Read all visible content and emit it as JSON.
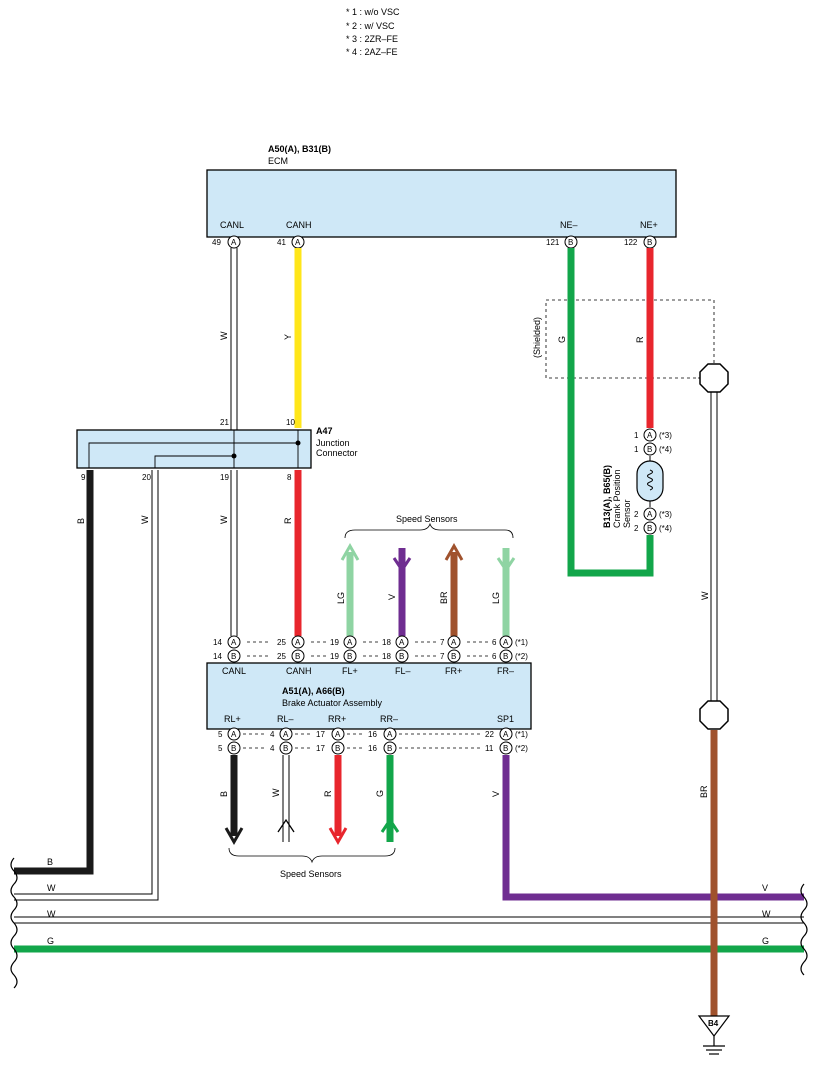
{
  "notes": [
    "* 1 : w/o VSC",
    "* 2 : w/ VSC",
    "* 3 : 2ZR–FE",
    "* 4 : 2AZ–FE"
  ],
  "ecm": {
    "id": "A50(A), B31(B)",
    "name": "ECM",
    "terminals": [
      "CANL",
      "CANH",
      "NE–",
      "NE+"
    ],
    "pins": [
      {
        "num": "49",
        "conn": "A"
      },
      {
        "num": "41",
        "conn": "A"
      },
      {
        "num": "121",
        "conn": "B"
      },
      {
        "num": "122",
        "conn": "B"
      }
    ]
  },
  "junction": {
    "id": "A47",
    "name_line1": "Junction",
    "name_line2": "Connector",
    "pins_top": [
      "21",
      "10"
    ],
    "pins_bottom": [
      "9",
      "20",
      "19",
      "8"
    ]
  },
  "crank_sensor": {
    "id": "B13(A), B65(B)",
    "name_line1": "Crank Position",
    "name_line2": "Sensor",
    "shielded": "(Shielded)",
    "pins": [
      {
        "num": "1",
        "conn": "A",
        "note": "(*3)"
      },
      {
        "num": "1",
        "conn": "B",
        "note": "(*4)"
      },
      {
        "num": "2",
        "conn": "A",
        "note": "(*3)"
      },
      {
        "num": "2",
        "conn": "B",
        "note": "(*4)"
      }
    ]
  },
  "brake": {
    "id": "A51(A), A66(B)",
    "name": "Brake Actuator Assembly",
    "top_terminals": [
      "CANL",
      "CANH",
      "FL+",
      "FL–",
      "FR+",
      "FR–"
    ],
    "bottom_terminals": [
      "RL+",
      "RL–",
      "RR+",
      "RR–",
      "SP1"
    ],
    "top_pins_a": [
      "14",
      "25",
      "19",
      "18",
      "7",
      "6"
    ],
    "top_pins_b": [
      "14",
      "25",
      "19",
      "18",
      "7",
      "6"
    ],
    "bottom_pins_a": [
      "5",
      "4",
      "17",
      "16",
      "22"
    ],
    "bottom_pins_b": [
      "5",
      "4",
      "17",
      "16",
      "11"
    ],
    "note_a": "(*1)",
    "note_b": "(*2)"
  },
  "speed_sensors_top": "Speed Sensors",
  "speed_sensors_bottom": "Speed Sensors",
  "wire_labels": {
    "canl": "W",
    "canh": "Y",
    "ne_minus": "G",
    "ne_plus": "R",
    "j9": "B",
    "j20": "W",
    "j19": "W",
    "j8": "R",
    "fl_plus": "LG",
    "fl_minus": "V",
    "fr_plus": "BR",
    "fr_minus": "LG",
    "rl_plus": "B",
    "rl_minus": "W",
    "rr_plus": "R",
    "rr_minus": "G",
    "sp1": "V",
    "shield_w": "W",
    "ground_br": "BR"
  },
  "bus_labels": {
    "b_left": "B",
    "w_left1": "W",
    "w_left2": "W",
    "g_left": "G",
    "v_right": "V",
    "w_right": "W",
    "g_right": "G"
  },
  "ground": "B4",
  "colors": {
    "yellow": "#ffe61a",
    "red": "#e8262d",
    "green": "#12a64a",
    "purple": "#6f2d91",
    "brown": "#a0522d",
    "light_green": "#8fd4a3",
    "black": "#1a1a1a",
    "box": "#cfe8f7"
  }
}
